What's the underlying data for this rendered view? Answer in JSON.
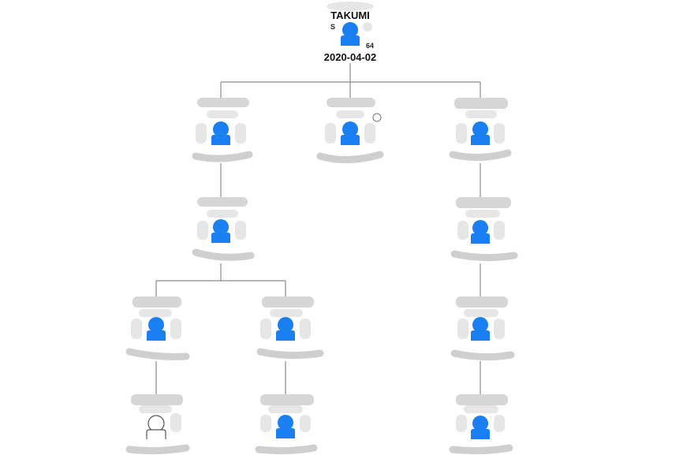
{
  "root": {
    "name": "TAKUMI",
    "left_label": "S",
    "right_label": "64",
    "date": "2020-04-02"
  },
  "colors": {
    "avatar_blue": "#1a7ff0",
    "avatar_outline": "#555555",
    "connector": "#8a8a8a",
    "redaction": "#d6d6d6"
  },
  "icons": {
    "person": "person-icon",
    "person_outline": "person-outline-icon",
    "expand": "expand-circle-icon"
  }
}
